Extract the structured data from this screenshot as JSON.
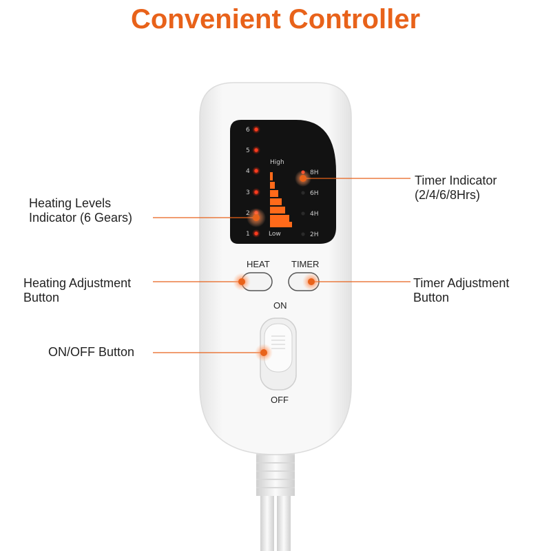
{
  "title": "Convenient Controller",
  "callouts": {
    "heating_levels": [
      "Heating Levels",
      "Indicator (6 Gears)"
    ],
    "timer_indicator": [
      "Timer Indicator",
      "(2/4/6/8Hrs)"
    ],
    "heating_adjust": [
      "Heating Adjustment",
      "Button"
    ],
    "timer_adjust": [
      "Timer Adjustment",
      "Button"
    ],
    "onoff": [
      "ON/OFF Button"
    ]
  },
  "display": {
    "levels": [
      "6",
      "5",
      "4",
      "3",
      "2",
      "1"
    ],
    "high_label": "High",
    "low_label": "Low",
    "timers": [
      "8H",
      "6H",
      "4H",
      "2H"
    ]
  },
  "buttons": {
    "heat_label": "HEAT",
    "timer_label": "TIMER",
    "on_label": "ON",
    "off_label": "OFF"
  },
  "colors": {
    "accent": "#e8621a",
    "led_on": "#ff3b1f",
    "display_bg": "#121212",
    "housing": "#f6f6f6"
  }
}
